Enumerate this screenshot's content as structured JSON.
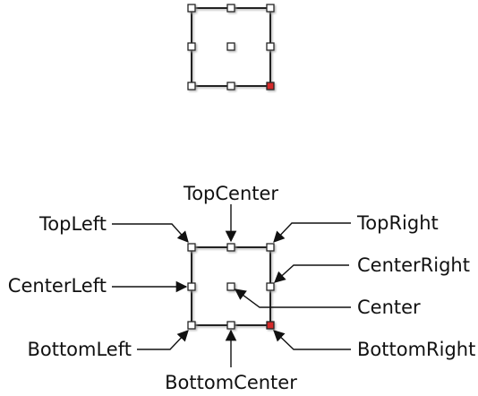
{
  "colors": {
    "handle_fill": "#ffffff",
    "selected_handle_fill": "#d42a2a",
    "stroke": "#222222",
    "shadow": "#b0b0b0"
  },
  "top_diagram": {
    "selected_handle": "bottom-right"
  },
  "labels": {
    "top_center": "TopCenter",
    "top_left": "TopLeft",
    "top_right": "TopRight",
    "center_left": "CenterLeft",
    "center_right": "CenterRight",
    "center": "Center",
    "bottom_left": "BottomLeft",
    "bottom_right": "BottomRight",
    "bottom_center": "BottomCenter"
  }
}
